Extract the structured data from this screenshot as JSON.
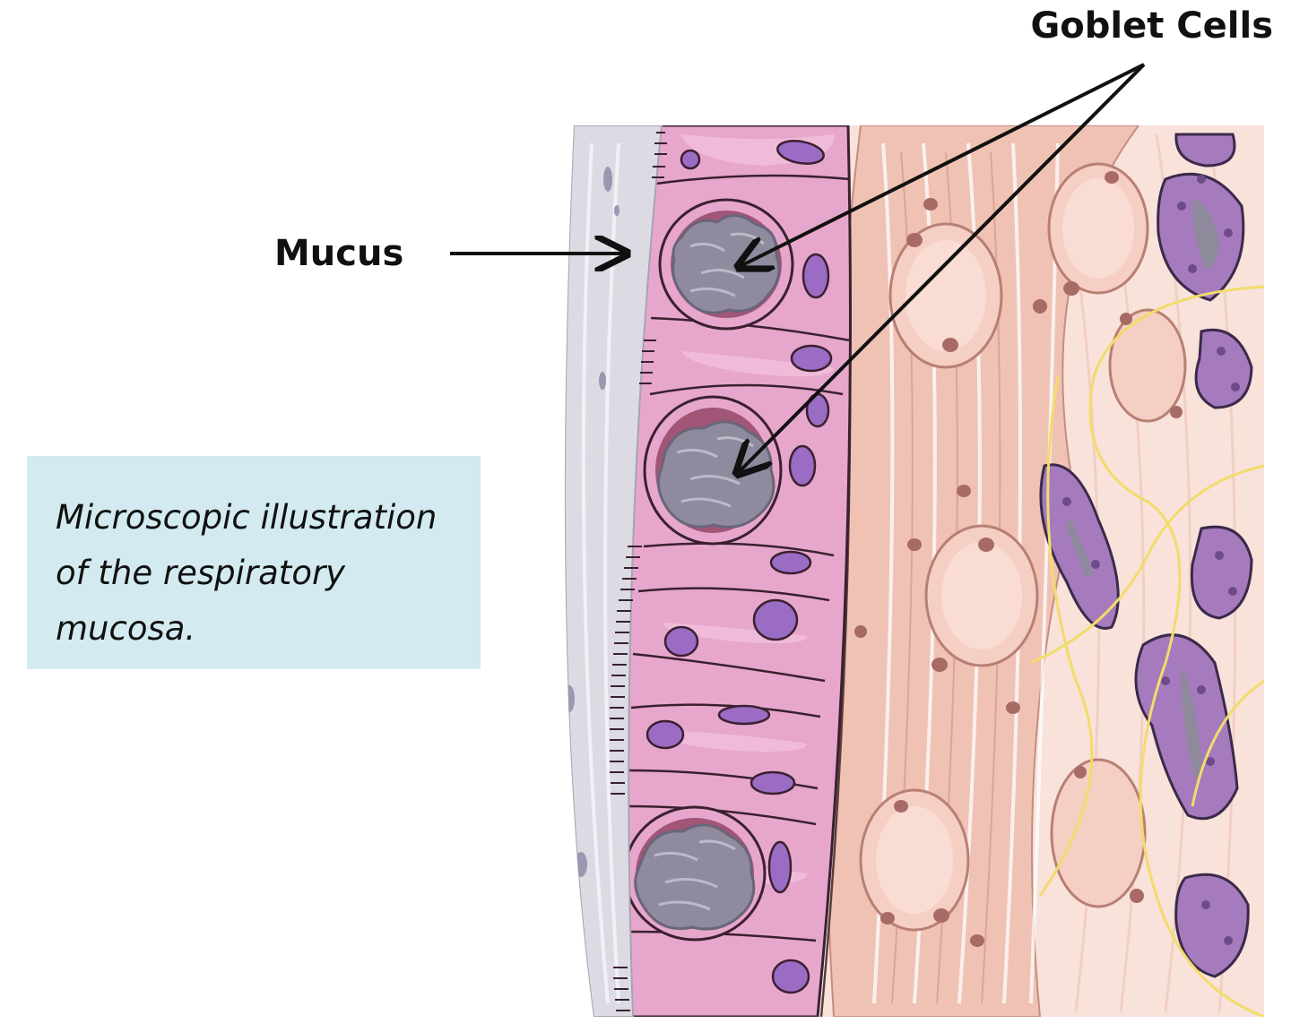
{
  "labels": {
    "goblet_cells": "Goblet Cells",
    "mucus": "Mucus"
  },
  "caption": "Microscopic illustration of the respiratory mucosa.",
  "colors": {
    "mucus_layer": "#dcdbe4",
    "epithelium": "#e7a7cd",
    "epithelium_outline": "#3b2030",
    "nucleus": "#9b6cc4",
    "goblet_mucus": "#8f8a9d",
    "connective_tissue": "#f0c2b4",
    "gland": "#a57bbd",
    "nerve_fiber": "#f2dc6a",
    "caption_bg": "#d3ebf0"
  }
}
